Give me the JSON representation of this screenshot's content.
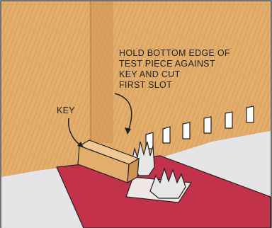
{
  "labels": {
    "key": "KEY",
    "instruction": [
      "HOLD BOTTOM EDGE OF",
      "TEST PIECE AGAINST",
      "KEY AND CUT",
      "FIRST SLOT"
    ]
  },
  "colors": {
    "workpiece": "#e3ad6b",
    "workpiece_shadow": "#cf9352",
    "table": "#e5e5e7",
    "fence": "#c2324a",
    "blade": "#e7e7e7",
    "outline": "#222222"
  }
}
